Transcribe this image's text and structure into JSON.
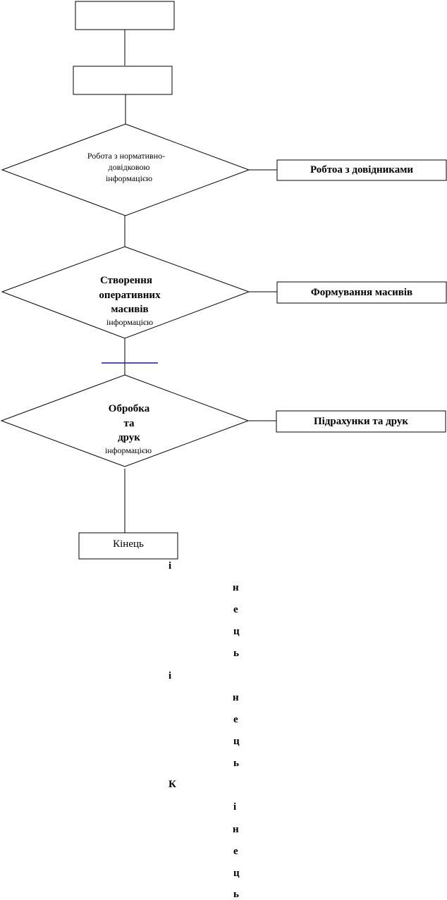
{
  "nodes": {
    "start_box": "",
    "second_box": "",
    "decision1": {
      "line1": "Робота з нормативно-",
      "line2": "довідковою",
      "line3": "інформацією"
    },
    "action1": "Робтоа з довідниками",
    "decision2": {
      "line1": "Створення",
      "line2": "оперативних",
      "line3": "масивів",
      "line4": "інформацією"
    },
    "action2": "Формування масивів",
    "decision3": {
      "line1": "Обробка",
      "line2": "та",
      "line3": "друк",
      "line4": "інформацією"
    },
    "action3": "Підрахунки та друк",
    "end_box": "Кінець"
  },
  "overflow_text": {
    "c1": "і",
    "c2": "н",
    "c3": "е",
    "c4": "ц",
    "c5": "ь",
    "c6": "і",
    "c7": "н",
    "c8": "е",
    "c9": "ц",
    "c10": "ь",
    "c11": "К",
    "c12": "і",
    "c13": "н",
    "c14": "е",
    "c15": "ц",
    "c16": "ь"
  },
  "colors": {
    "stroke": "#000000",
    "accent_line": "#1a1a8c"
  }
}
